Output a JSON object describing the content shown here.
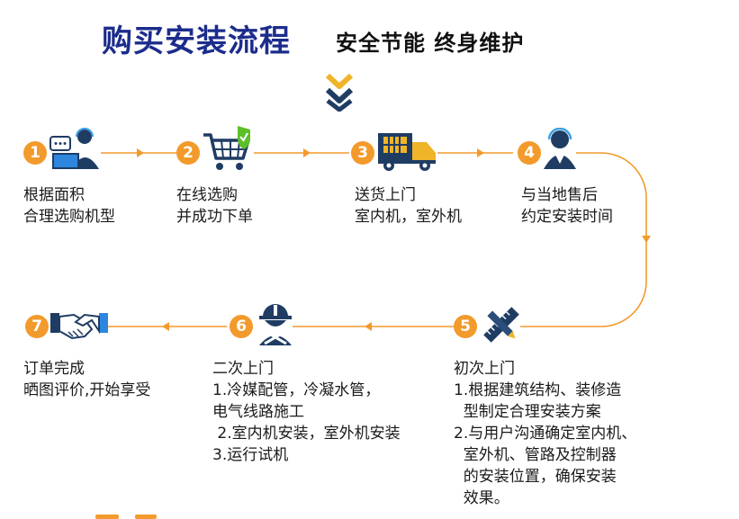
{
  "header": {
    "title": "购买安装流程",
    "subtitle": "安全节能 终身维护"
  },
  "colors": {
    "title": "#1c2c8c",
    "accent": "#f39a2c",
    "icon_dark": "#1f3c63",
    "icon_green": "#5cbf2a"
  },
  "steps": [
    {
      "number": "1",
      "icon": "customer-service-computer-icon",
      "lines": [
        "根据面积",
        "合理选购机型"
      ]
    },
    {
      "number": "2",
      "icon": "shopping-cart-icon",
      "lines": [
        "在线选购",
        "并成功下单"
      ]
    },
    {
      "number": "3",
      "icon": "delivery-truck-icon",
      "lines": [
        "送货上门",
        "室内机，室外机"
      ]
    },
    {
      "number": "4",
      "icon": "customer-service-headset-icon",
      "lines": [
        "与当地售后",
        "约定安装时间"
      ]
    },
    {
      "number": "5",
      "icon": "ruler-pencil-icon",
      "title": "初次上门",
      "items": [
        "1.根据建筑结构、装修造",
        "  型制定合理安装方案",
        "2.与用户沟通确定室内机、",
        "  室外机、管路及控制器",
        "  的安装位置，确保安装",
        "  效果。"
      ]
    },
    {
      "number": "6",
      "icon": "installer-worker-icon",
      "title": "二次上门",
      "items": [
        "1.冷媒配管，冷凝水管，",
        "电气线路施工",
        " 2.室内机安装，室外机安装",
        "3.运行试机"
      ]
    },
    {
      "number": "7",
      "icon": "handshake-icon",
      "lines": [
        "订单完成",
        "晒图评价,开始享受"
      ]
    }
  ]
}
